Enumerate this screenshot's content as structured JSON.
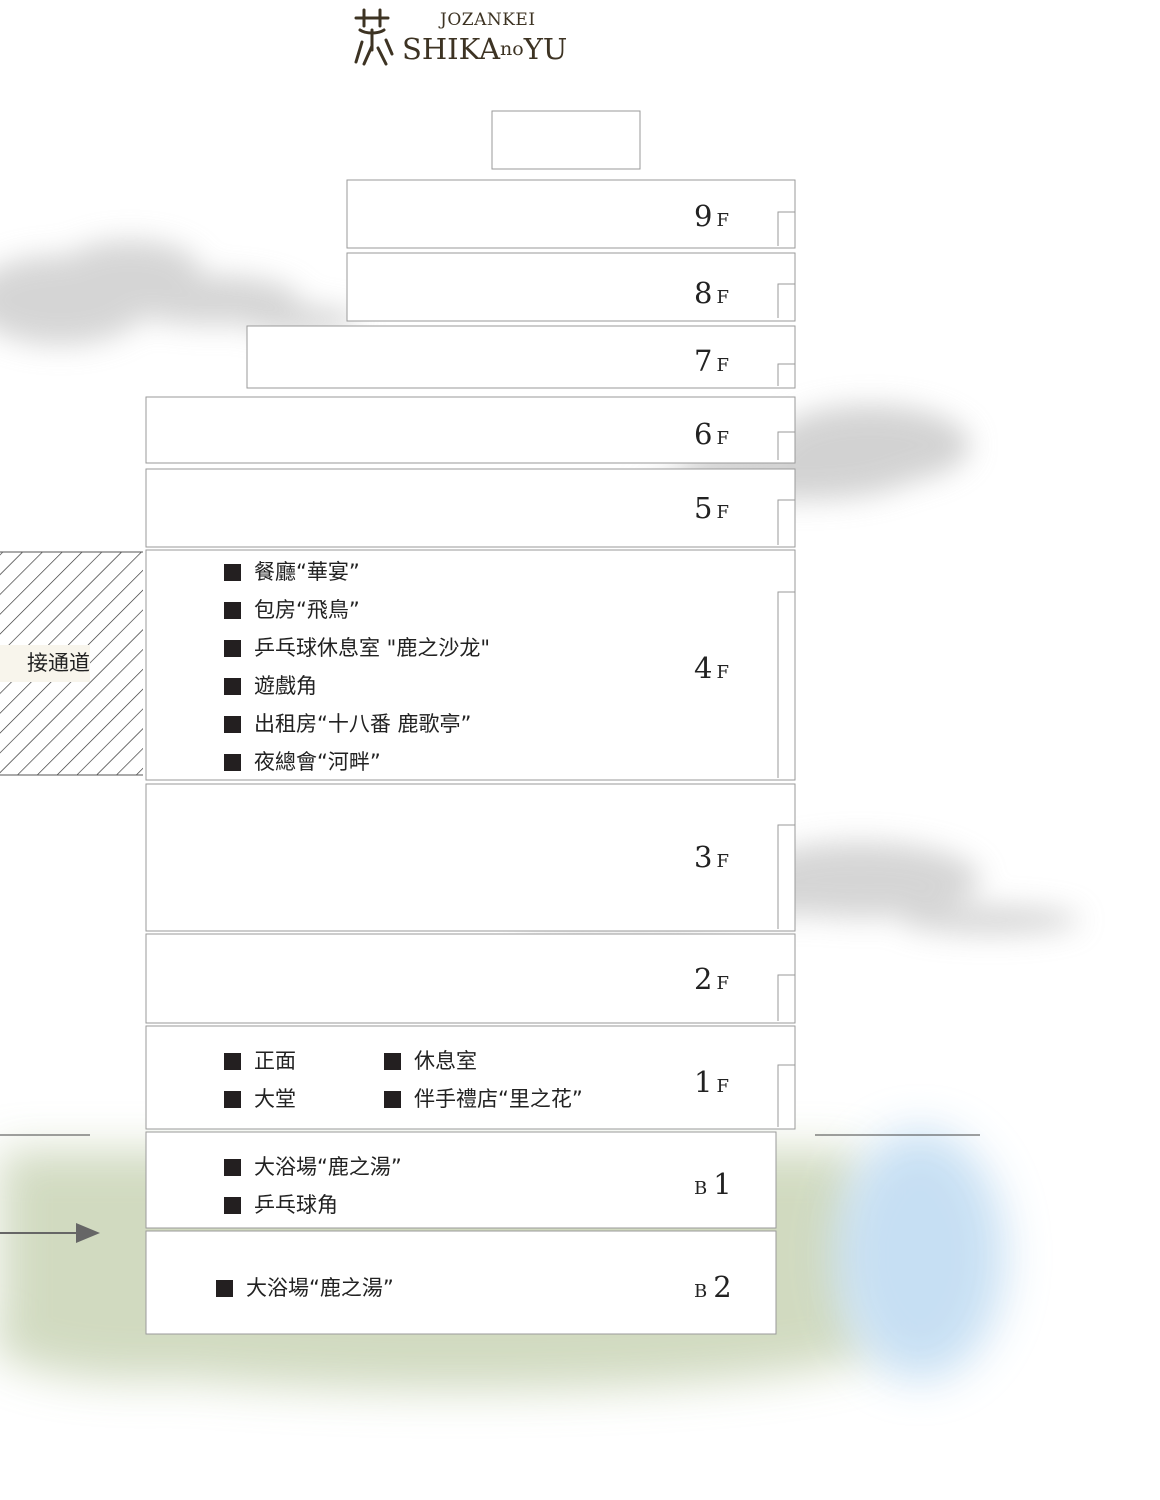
{
  "logo": {
    "line1": "JOZANKEI",
    "line2_a": "SHIKA",
    "line2_b": "no",
    "line2_c": "YU",
    "mark_icon": "shika-deer-kanji-mark-icon"
  },
  "colors": {
    "logo": "#3d3323",
    "bullet": "#231f20",
    "ground_green": "#c9d4b6",
    "river_blue": "#c4def3",
    "mist_gray": "#c8c8c8",
    "corridor_label_bg": "#f8f5ec"
  },
  "floors": {
    "f9": {
      "num": "9",
      "unit": "F"
    },
    "f8": {
      "num": "8",
      "unit": "F"
    },
    "f7": {
      "num": "7",
      "unit": "F"
    },
    "f6": {
      "num": "6",
      "unit": "F"
    },
    "f5": {
      "num": "5",
      "unit": "F"
    },
    "f4": {
      "num": "4",
      "unit": "F"
    },
    "f3": {
      "num": "3",
      "unit": "F"
    },
    "f2": {
      "num": "2",
      "unit": "F"
    },
    "f1": {
      "num": "1",
      "unit": "F"
    },
    "b1": {
      "prefix": "B",
      "num": "1"
    },
    "b2": {
      "prefix": "B",
      "num": "2"
    }
  },
  "facilities": {
    "f4": [
      "餐廳“華宴”",
      "包房“飛鳥”",
      "乒乓球休息室 \"鹿之沙龙\"",
      "遊戲角",
      "出租房“十八番 鹿歌亭”",
      "夜總會“河畔”"
    ],
    "f1_left": [
      "正面",
      "大堂"
    ],
    "f1_right": [
      "休息室",
      "伴手禮店“里之花”"
    ],
    "b1": [
      "大浴場“鹿之湯”",
      "乒乓球角"
    ],
    "b2": [
      "大浴場“鹿之湯”"
    ]
  },
  "corridor": {
    "label": "接通道"
  },
  "icons": {
    "arrow": "arrow-right-icon"
  }
}
